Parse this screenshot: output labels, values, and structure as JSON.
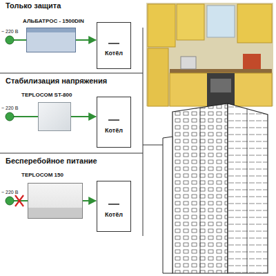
{
  "diagram": {
    "nodes": [
      {
        "text": [
          "АЛЬБАТРОС - 1500DIN"
        ]
      },
      {
        "text": [
          "Котёл"
        ]
      },
      {
        "text": [
          "TEPLOCOM ST-800"
        ]
      },
      {
        "text": [
          "Котёл"
        ]
      },
      {
        "text": [
          "TEPLOCOM 150"
        ]
      },
      {
        "text": [
          "Котёл"
        ]
      }
    ],
    "edges": [
      {
        "from": 0,
        "to": 1,
        "arrow": "to"
      },
      {
        "from": 2,
        "to": 3,
        "arrow": "to"
      },
      {
        "from": 4,
        "to": 5,
        "arrow": "to"
      }
    ],
    "labels": [
      "Только защита",
      "~ 220 В",
      "Стабилизация напряжения",
      "~ 220 В",
      "Бесперебойное питание",
      "~ 220 В"
    ]
  }
}
